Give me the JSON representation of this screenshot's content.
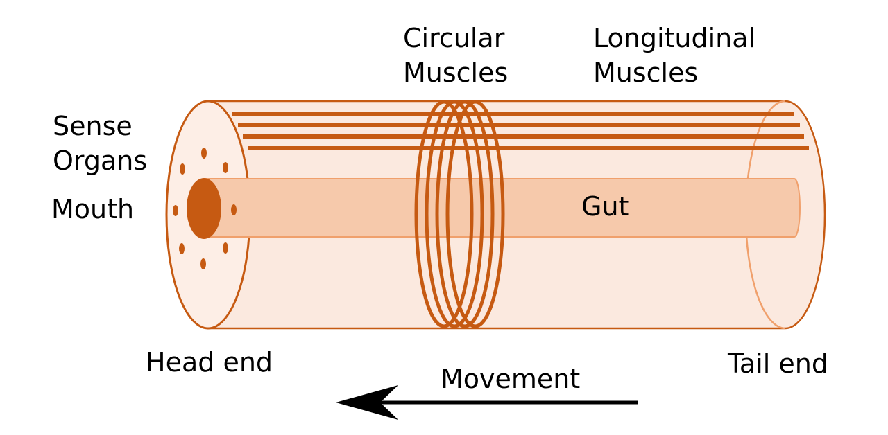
{
  "labels": {
    "circular_muscles": [
      "Circular",
      "Muscles"
    ],
    "longitudinal_muscles": [
      "Longitudinal",
      "Muscles"
    ],
    "sense_organs": [
      "Sense",
      "Organs"
    ],
    "mouth": "Mouth",
    "gut": "Gut",
    "head_end": "Head end",
    "tail_end": "Tail end",
    "movement": "Movement"
  },
  "colors": {
    "body_fill": "#fbe9df",
    "body_outline": "#c65a12",
    "gut_fill": "#f6c9ab",
    "gut_outline": "#f0a06c",
    "muscle": "#c65a12",
    "arrow": "#000000"
  }
}
